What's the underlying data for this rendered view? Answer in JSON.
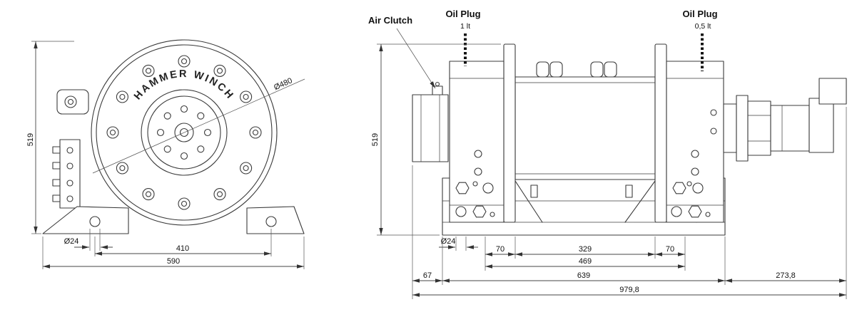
{
  "drawing": {
    "brand_arc_text": "HAMMER WINCH",
    "front_view": {
      "dia_drum": "Ø480",
      "height": "519",
      "dia_hole": "Ø24",
      "width_bolt_span": "410",
      "width_total": "590"
    },
    "side_view": {
      "air_clutch_label": "Air Clutch",
      "oil_plug_left_label": "Oil Plug",
      "oil_plug_left_capacity": "1 lt",
      "oil_plug_right_label": "Oil Plug",
      "oil_plug_right_capacity": "0,5 lt",
      "height": "519",
      "dia_hole": "Ø24",
      "flange_left": "70",
      "drum_width": "329",
      "flange_right": "70",
      "flange_span": "469",
      "overhang_left": "67",
      "base_length": "639",
      "motor_length": "273,8",
      "overall_length": "979,8"
    }
  }
}
